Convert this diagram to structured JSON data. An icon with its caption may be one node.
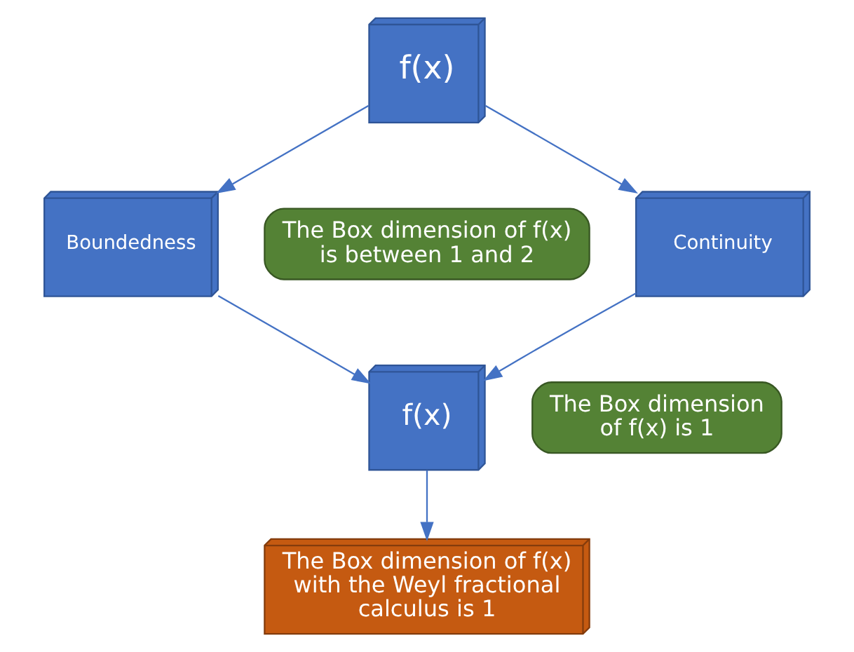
{
  "diagram": {
    "nodes": [
      {
        "text": [
          "f(x)"
        ]
      },
      {
        "text": [
          "The Box dimension of f(x) is between 1 and 2"
        ]
      },
      {
        "text": [
          "Continuity"
        ]
      },
      {
        "text": [
          "Boundedness"
        ]
      },
      {
        "text": [
          "f(x)"
        ]
      },
      {
        "text": [
          "The Box dimension of f(x) is 1"
        ]
      },
      {
        "text": [
          "The Box dimension of f(x) with the Weyl fractional calculus is 1"
        ]
      }
    ],
    "edges": [
      {
        "from": 0,
        "to": 2,
        "arrow": "to"
      },
      {
        "from": 0,
        "to": 3,
        "arrow": "to"
      },
      {
        "from": 2,
        "to": 4,
        "arrow": "to"
      },
      {
        "from": 3,
        "to": 4,
        "arrow": "to"
      },
      {
        "from": 4,
        "to": 6,
        "arrow": "to"
      }
    ]
  }
}
